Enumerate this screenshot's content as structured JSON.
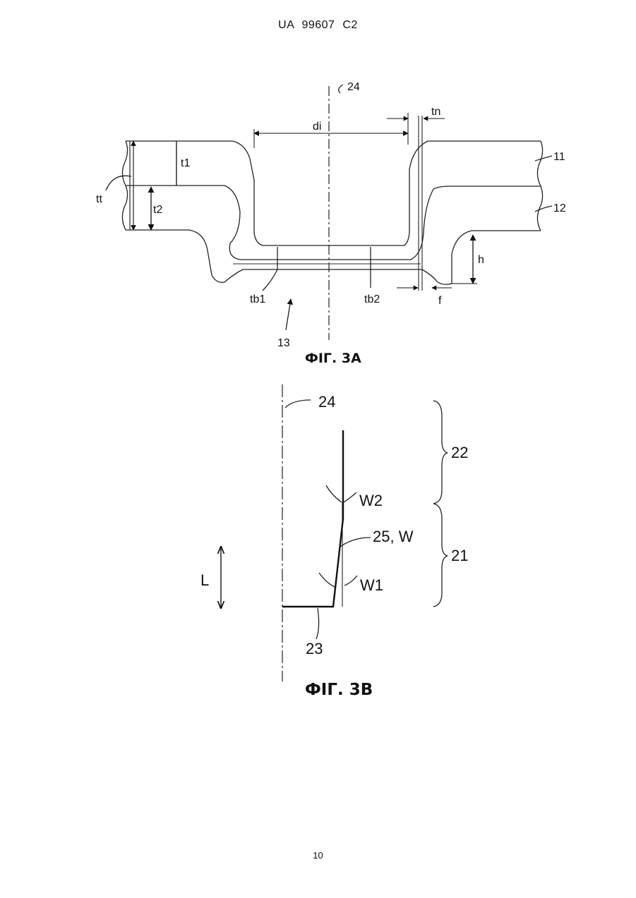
{
  "header": {
    "doc_code": "UA   99607   C2"
  },
  "figure_3a": {
    "caption": "ФІГ. 3А",
    "labels": {
      "axis": "24",
      "di": "di",
      "tn": "tn",
      "t1": "t1",
      "t2": "t2",
      "tt": "tt",
      "part_11": "11",
      "part_12": "12",
      "h": "h",
      "f": "f",
      "tb1": "tb1",
      "tb2": "tb2",
      "part_13": "13"
    }
  },
  "figure_3b": {
    "caption": "ФІГ. 3B",
    "labels": {
      "axis": "24",
      "part_22": "22",
      "part_21": "21",
      "w2": "W2",
      "w1": "W1",
      "wall": "25, W",
      "bottom": "23",
      "direction": "L"
    }
  },
  "footer": {
    "page_number": "10"
  }
}
